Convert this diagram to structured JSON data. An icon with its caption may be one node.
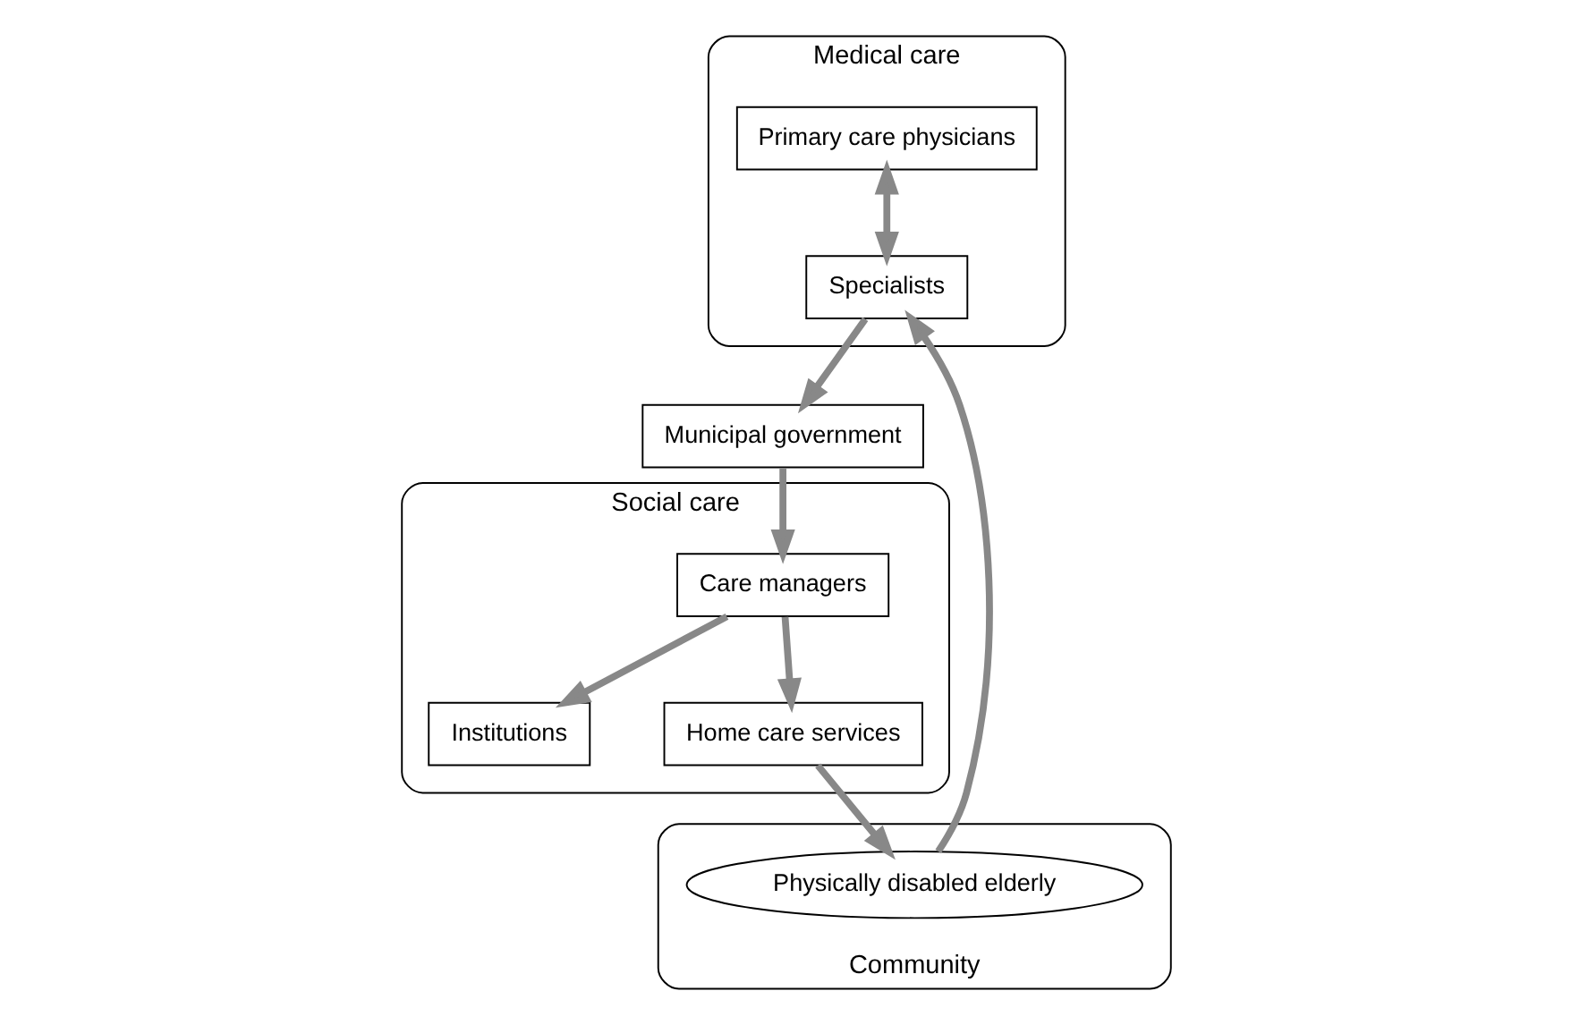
{
  "diagram": {
    "nodes": [
      {
        "text": [
          "Municipal government"
        ]
      },
      {
        "text": [
          "Medical care"
        ]
      },
      {
        "text": [
          "Primary care physicians"
        ],
        "in": 1
      },
      {
        "text": [
          "Specialists"
        ],
        "in": 1
      },
      {
        "text": [
          "Social care"
        ]
      },
      {
        "text": [
          "Care managers"
        ],
        "in": 4
      },
      {
        "text": [
          "Institutions"
        ],
        "in": 4
      },
      {
        "text": [
          "Home care services"
        ],
        "in": 4
      },
      {
        "text": [
          "Community"
        ]
      },
      {
        "text": [
          "Physically disabled elderly"
        ],
        "in": 8
      }
    ],
    "edges": [
      {
        "from": 3,
        "to": 0,
        "arrow": "to"
      },
      {
        "from": 0,
        "to": 5,
        "arrow": "to"
      },
      {
        "from": 2,
        "to": 3,
        "arrow": "both"
      },
      {
        "from": 5,
        "to": 6,
        "arrow": "to"
      },
      {
        "from": 5,
        "to": 7,
        "arrow": "to"
      },
      {
        "from": 7,
        "to": 9,
        "arrow": "to"
      },
      {
        "from": 9,
        "to": 3,
        "arrow": "to"
      }
    ]
  }
}
